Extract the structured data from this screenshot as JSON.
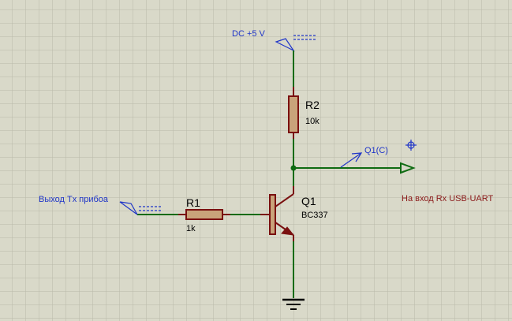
{
  "power": {
    "label": "DC +5  V"
  },
  "resistors": [
    {
      "ref": "R2",
      "value": "10k"
    },
    {
      "ref": "R1",
      "value": "1k"
    }
  ],
  "transistor": {
    "ref": "Q1",
    "part": "BC337"
  },
  "terminals": {
    "input_label": "Выход Tx прибоа",
    "output_label": "Q1(C)",
    "rx_note": "На вход Rx USB-UART"
  },
  "colors": {
    "background": "#d9d9c9",
    "grid": "#b9b9a9",
    "wire": "#0f6b12",
    "component": "#7a1010",
    "terminal_text": "#1f35c8",
    "note_text": "#8b1a1a"
  }
}
